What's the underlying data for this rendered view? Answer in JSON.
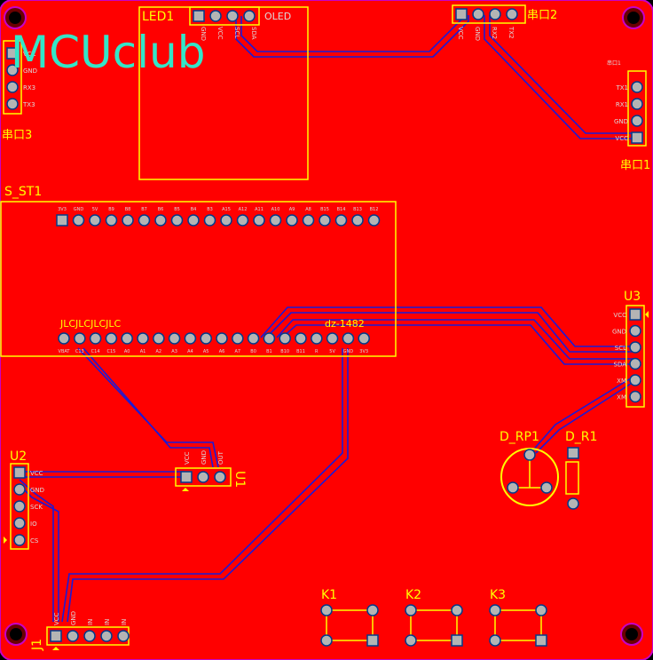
{
  "logo_text": "MCUclub",
  "components": {
    "led1": {
      "ref": "LED1",
      "value": "OLED",
      "pins": [
        "GND",
        "VCC",
        "SCL",
        "SDA"
      ]
    },
    "serial2": {
      "ref": "串口2",
      "pins": [
        "VCC",
        "GND",
        "RX2",
        "TX2"
      ]
    },
    "serial3": {
      "ref": "串口3",
      "pins": [
        "VCC",
        "GND",
        "RX3",
        "TX3"
      ]
    },
    "serial1": {
      "ref": "串口1",
      "value": "串口1",
      "pins": [
        "TX1",
        "RX1",
        "GND",
        "VCC"
      ]
    },
    "s_st1": {
      "ref": "S_ST1",
      "silk_text": "JLCJLCJLCJLC",
      "value": "dz-1482",
      "top_pins": [
        "3V3",
        "GND",
        "5V",
        "B9",
        "B8",
        "B7",
        "B6",
        "B5",
        "B4",
        "B3",
        "A15",
        "A12",
        "A11",
        "A10",
        "A9",
        "A8",
        "B15",
        "B14",
        "B13",
        "B12"
      ],
      "bottom_pins": [
        "VBAT",
        "C13",
        "C14",
        "C15",
        "A0",
        "A1",
        "A2",
        "A3",
        "A4",
        "A5",
        "A6",
        "A7",
        "B0",
        "B1",
        "B10",
        "B11",
        "R",
        "5V",
        "GND",
        "3V3"
      ]
    },
    "u3": {
      "ref": "U3",
      "pins": [
        "VCC",
        "GND",
        "SCL",
        "SDA",
        "XM",
        "XM"
      ]
    },
    "u1": {
      "ref": "U1",
      "pins": [
        "VCC",
        "GND",
        "OUT"
      ]
    },
    "u2": {
      "ref": "U2",
      "pins": [
        "VCC",
        "GND",
        "SCK",
        "IO",
        "CS"
      ]
    },
    "j1": {
      "ref": "J1",
      "pins": [
        "VCC",
        "GND",
        "IN",
        "IN",
        "IN"
      ]
    },
    "d_rp1": {
      "ref": "D_RP1"
    },
    "d_r1": {
      "ref": "D_R1"
    },
    "k1": {
      "ref": "K1"
    },
    "k2": {
      "ref": "K2"
    },
    "k3": {
      "ref": "K3"
    }
  },
  "colors": {
    "board": "#ff0000",
    "silkscreen": "#ffff00",
    "track": "#1a1ad8",
    "pad": "#b4b4b4",
    "logo": "#33e6c8",
    "pin_label": "#dcdcdc"
  }
}
